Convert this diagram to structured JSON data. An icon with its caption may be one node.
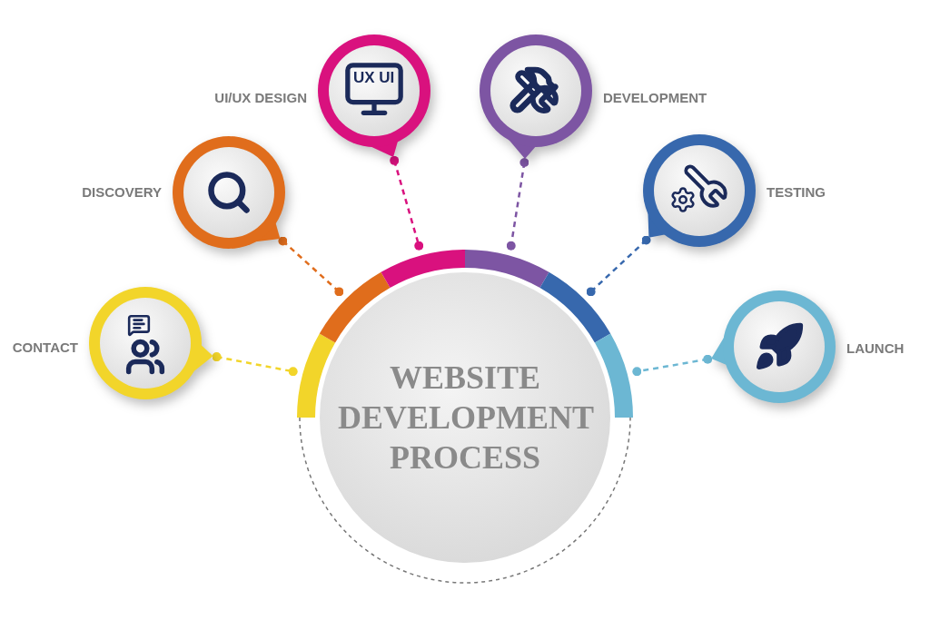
{
  "diagram": {
    "nodes": [
      {
        "text": [
          "WEBSITE DEVELOPMENT PROCESS"
        ]
      },
      {
        "text": [],
        "shape": "circle",
        "beside": [
          "CONTACT"
        ]
      },
      {
        "text": [],
        "shape": "circle",
        "beside": [
          "DISCOVERY"
        ]
      },
      {
        "text": [],
        "shape": "circle",
        "beside": [
          "UI/UX DESIGN"
        ]
      },
      {
        "text": [],
        "shape": "circle",
        "beside": [
          "DEVELOPMENT"
        ]
      },
      {
        "text": [],
        "shape": "circle",
        "beside": [
          "TESTING"
        ]
      },
      {
        "text": [],
        "shape": "circle",
        "beside": [
          "LAUNCH"
        ]
      }
    ],
    "edges": [
      {
        "from": 1,
        "to": 0,
        "arrow": "other",
        "style": "dashed",
        "color": "#f2d52a"
      },
      {
        "from": 2,
        "to": 0,
        "arrow": "other",
        "style": "dashed",
        "color": "#e06d1c"
      },
      {
        "from": 3,
        "to": 0,
        "arrow": "other",
        "style": "dashed",
        "color": "#d9117e"
      },
      {
        "from": 4,
        "to": 0,
        "arrow": "other",
        "style": "dashed",
        "color": "#7d55a3"
      },
      {
        "from": 5,
        "to": 0,
        "arrow": "other",
        "style": "dashed",
        "color": "#3768ad"
      },
      {
        "from": 6,
        "to": 0,
        "arrow": "other",
        "style": "dashed",
        "color": "#6cb7d3"
      }
    ],
    "labels": [
      "UX UI"
    ]
  }
}
